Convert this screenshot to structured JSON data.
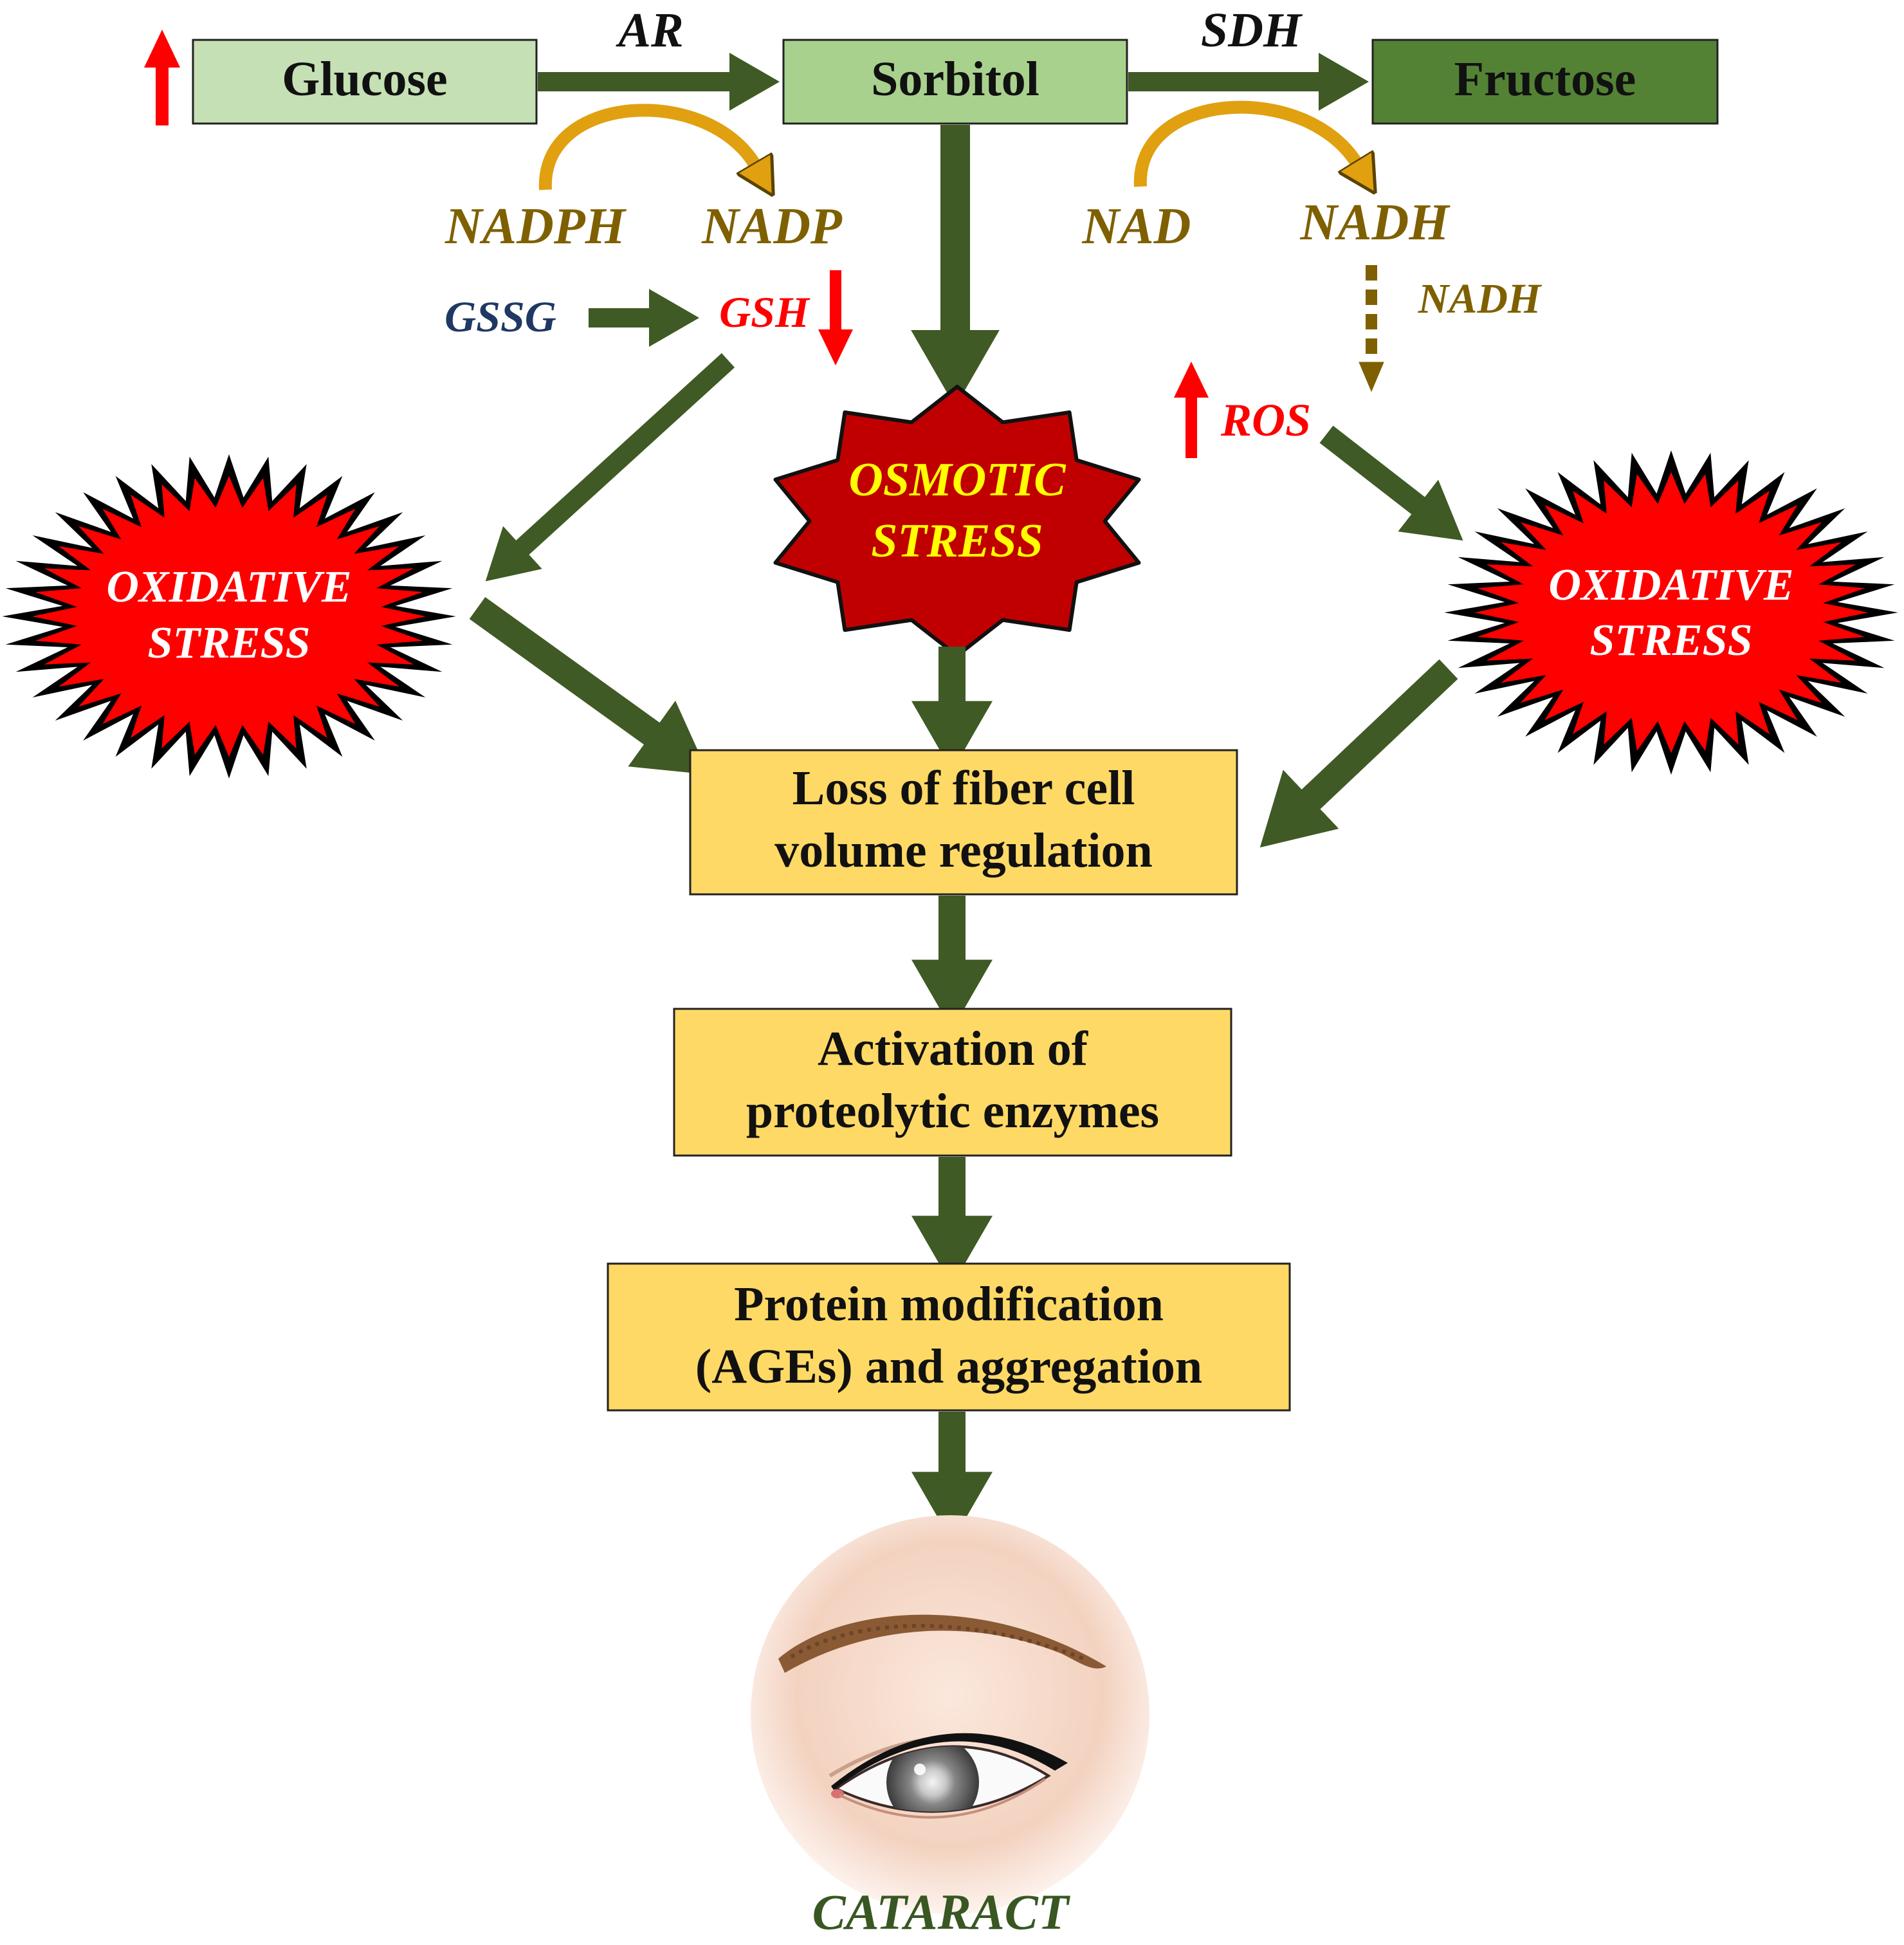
{
  "colors": {
    "arrow_green": "#3f5a24",
    "box_light_green": "#c5e0b4",
    "box_mid_green": "#a9d18e",
    "box_dark_green": "#548235",
    "cofactor_gold": "#7f6000",
    "curve_gold": "#e0a010",
    "increase_red": "#ff0000",
    "gssg_blue": "#1f3864",
    "step_box_yellow": "#ffd966",
    "osmotic_red": "#c00000",
    "osmotic_text": "#ffff00",
    "cataract_text": "#385723"
  },
  "pathway": {
    "glucose": "Glucose",
    "sorbitol": "Sorbitol",
    "fructose": "Fructose",
    "enzyme_ar": "AR",
    "enzyme_sdh": "SDH"
  },
  "cofactors": {
    "nadph": "NADPH",
    "nadp": "NADP",
    "nad": "NAD",
    "nadh": "NADH",
    "nadh_accumulated": "NADH",
    "gssg": "GSSG",
    "gsh": "GSH",
    "ros": "ROS"
  },
  "stress": {
    "osmotic_line1": "OSMOTIC",
    "osmotic_line2": "STRESS",
    "oxidative_left_line1": "OXIDATIVE",
    "oxidative_left_line2": "STRESS",
    "oxidative_right_line1": "OXIDATIVE",
    "oxidative_right_line2": "STRESS"
  },
  "steps": {
    "loss_line1": "Loss of fiber cell",
    "loss_line2": "volume regulation",
    "activation_line1": "Activation of",
    "activation_line2": "proteolytic enzymes",
    "protein_line1": "Protein modification",
    "protein_line2": "(AGEs) and aggregation"
  },
  "outcome": {
    "cataract": "CATARACT",
    "eye_icon": "cataract-eye-illustration"
  }
}
